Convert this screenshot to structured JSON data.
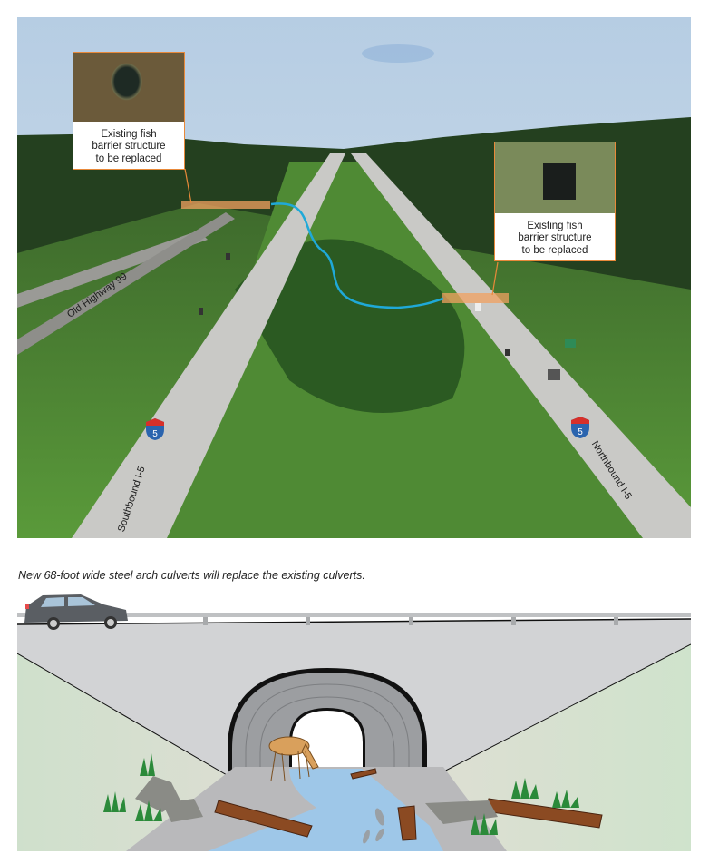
{
  "photo": {
    "callouts": [
      {
        "id": "left",
        "text_lines": [
          "Existing fish",
          "barrier structure",
          "to be replaced"
        ],
        "thumbnail": "round-culvert-photo"
      },
      {
        "id": "right",
        "text_lines": [
          "Existing fish",
          "barrier structure",
          "to be replaced"
        ],
        "thumbnail": "box-culvert-photo"
      }
    ],
    "road_labels": {
      "old_highway": "Old Highway 99",
      "southbound": "Southbound I-5",
      "northbound": "Northbound I-5"
    },
    "shield_number": "5",
    "colors": {
      "callout_border": "#e8893a",
      "stream": "#1fa9d8",
      "marker_fill": "#f0a060"
    }
  },
  "caption": "New 68-foot wide steel arch culverts will replace the existing culverts.",
  "diagram": {
    "elements": [
      "car",
      "guardrail",
      "road-embankment",
      "steel-arch-culvert",
      "stream",
      "deer",
      "fish",
      "logs",
      "rocks",
      "grass"
    ]
  }
}
